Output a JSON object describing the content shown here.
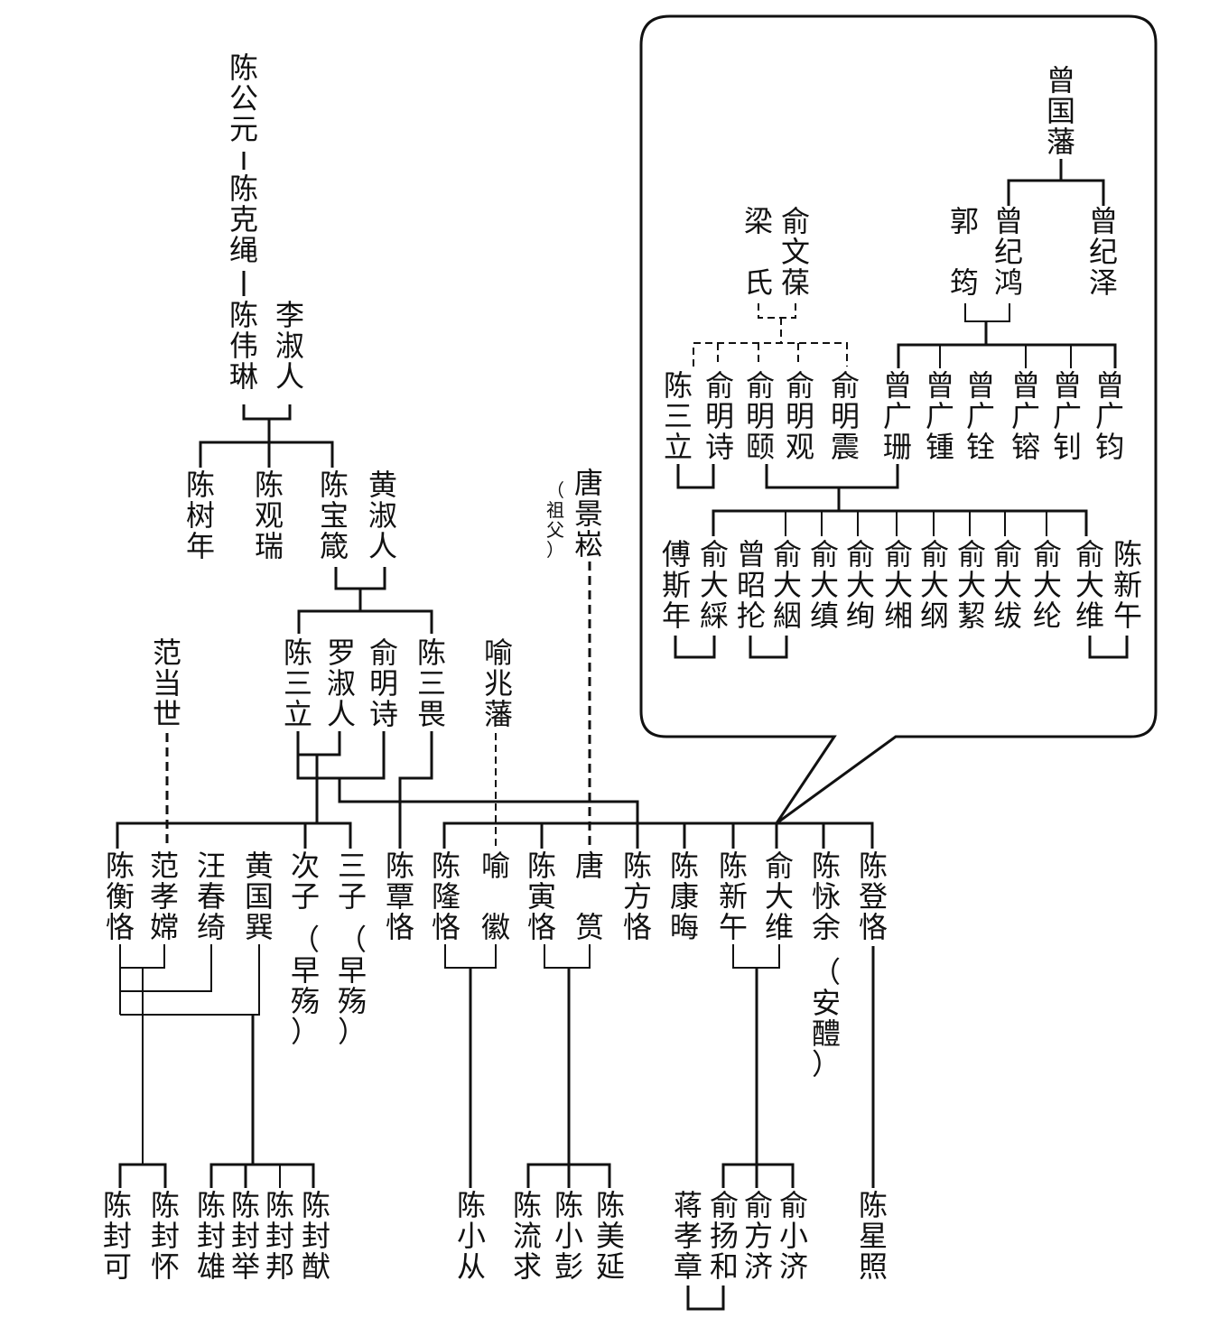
{
  "diagram": {
    "title": "",
    "people": {
      "chen_gongyuan": "陈公元",
      "chen_kesheng": "陈克绳",
      "chen_weilin": "陈伟琳",
      "li_shuren": "李淑人",
      "chen_shunian": "陈树年",
      "chen_guanrui": "陈观瑞",
      "chen_baozhen": "陈宝箴",
      "huang_shuren": "黄淑人",
      "chen_sanli": "陈三立",
      "luo_shuren": "罗淑人",
      "yu_mingshi": "俞明诗",
      "chen_sanwei": "陈三畏",
      "fan_dangshi": "范当世",
      "yu_zhaofan": "喻兆藩",
      "tang_jingsong": "唐景崧",
      "tang_jingsong_note": "（祖父）",
      "chen_hengke": "陈衡恪",
      "fan_xiaochuan": "范孝嫦",
      "wang_chunqi": "汪春绮",
      "huang_guoyi": "黄国巽",
      "cizi": "次子",
      "cizi_note": "（早殇）",
      "sanzi": "三子",
      "sanzi_note": "（早殇）",
      "chen_tanke": "陈覃恪",
      "chen_longke": "陈隆恪",
      "yu_hui": "喻徽",
      "chen_yinke": "陈寅恪",
      "tang_yun": "唐筼",
      "chen_fangke": "陈方恪",
      "chen_kanghui": "陈康晦",
      "chen_xinwu": "陈新午",
      "yu_dawei": "俞大维",
      "chen_xiuyu": "陈怺余",
      "chen_xiuyu_note": "（安醴）",
      "chen_dengke": "陈登恪",
      "chen_fengke": "陈封可",
      "chen_fenghuai": "陈封怀",
      "chen_fengxiong": "陈封雄",
      "chen_fengju": "陈封举",
      "chen_fengbang": "陈封邦",
      "chen_fengxian": "陈封猷",
      "chen_xiaocong": "陈小从",
      "chen_liuqiu": "陈流求",
      "chen_xiaopeng": "陈小彭",
      "chen_meiyan": "陈美延",
      "jiang_xiaozhang": "蒋孝章",
      "yu_yanghe": "俞扬和",
      "yu_fangji": "俞方济",
      "yu_xiaoji": "俞小济",
      "chen_xingzhao": "陈星照"
    },
    "callout": {
      "zeng_guofan": "曾国藩",
      "guo_yun": "郭筠",
      "zeng_jihong": "曾纪鸿",
      "zeng_jize": "曾纪泽",
      "liang_shi": "梁氏",
      "yu_wenbao": "俞文葆",
      "chen_sanli": "陈三立",
      "yu_mingshi": "俞明诗",
      "yu_mingyi": "俞明颐",
      "yu_mingguan": "俞明观",
      "yu_mingzhen": "俞明震",
      "zeng_guangshan": "曾广珊",
      "zeng_guangzhong": "曾广锺",
      "zeng_guangquan": "曾广铨",
      "zeng_guangrong": "曾广镕",
      "zeng_guangzhao": "曾广钊",
      "zeng_guangjun": "曾广钧",
      "fu_sinian": "傅斯年",
      "yu_dacai": "俞大綵",
      "zeng_zhaolun": "曾昭抡",
      "yu_dayin": "俞大絪",
      "yu_dazhen": "俞大缜",
      "yu_daxuan": "俞大绚",
      "yu_daxiang": "俞大缃",
      "yu_dagang": "俞大纲",
      "yu_daxie": "俞大絜",
      "yu_dafu": "俞大绂",
      "yu_dalun": "俞大纶",
      "yu_dawei": "俞大维",
      "chen_xinwu": "陈新午"
    }
  }
}
